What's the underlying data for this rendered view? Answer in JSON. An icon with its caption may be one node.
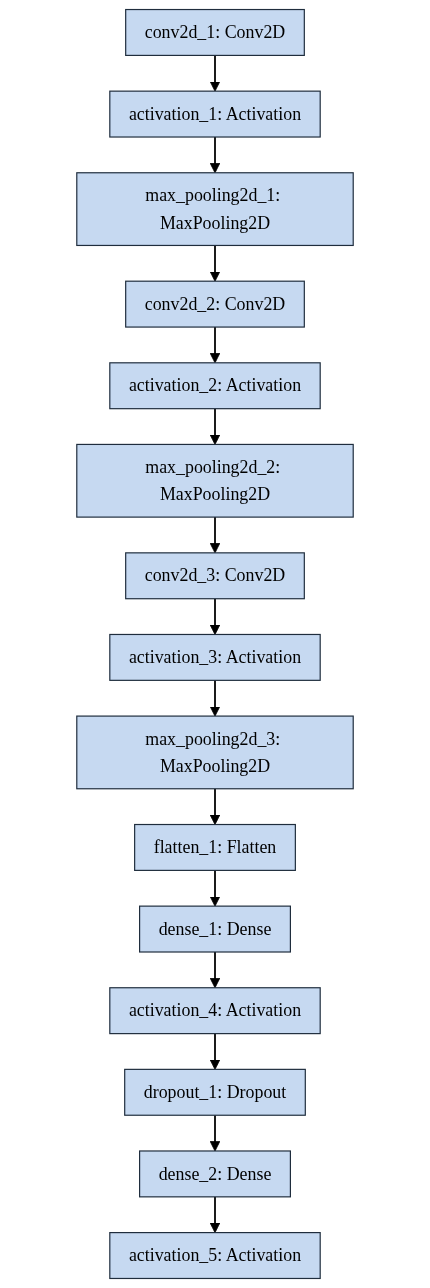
{
  "diagram": {
    "nodes": [
      {
        "text": [
          "conv2d_1: Conv2D"
        ]
      },
      {
        "text": [
          "activation_1: Activation"
        ]
      },
      {
        "text": [
          "max_pooling2d_1: MaxPooling2D"
        ]
      },
      {
        "text": [
          "conv2d_2: Conv2D"
        ]
      },
      {
        "text": [
          "activation_2: Activation"
        ]
      },
      {
        "text": [
          "max_pooling2d_2: MaxPooling2D"
        ]
      },
      {
        "text": [
          "conv2d_3: Conv2D"
        ]
      },
      {
        "text": [
          "activation_3: Activation"
        ]
      },
      {
        "text": [
          "max_pooling2d_3: MaxPooling2D"
        ]
      },
      {
        "text": [
          "flatten_1: Flatten"
        ]
      },
      {
        "text": [
          "dense_1: Dense"
        ]
      },
      {
        "text": [
          "activation_4: Activation"
        ]
      },
      {
        "text": [
          "dropout_1: Dropout"
        ]
      },
      {
        "text": [
          "dense_2: Dense"
        ]
      },
      {
        "text": [
          "activation_5: Activation"
        ]
      }
    ],
    "edges": [
      {
        "from": 0,
        "to": 1,
        "arrow": "to"
      },
      {
        "from": 1,
        "to": 2,
        "arrow": "to"
      },
      {
        "from": 2,
        "to": 3,
        "arrow": "to"
      },
      {
        "from": 3,
        "to": 4,
        "arrow": "to"
      },
      {
        "from": 4,
        "to": 5,
        "arrow": "to"
      },
      {
        "from": 5,
        "to": 6,
        "arrow": "to"
      },
      {
        "from": 6,
        "to": 7,
        "arrow": "to"
      },
      {
        "from": 7,
        "to": 8,
        "arrow": "to"
      },
      {
        "from": 8,
        "to": 9,
        "arrow": "to"
      },
      {
        "from": 9,
        "to": 10,
        "arrow": "to"
      },
      {
        "from": 10,
        "to": 11,
        "arrow": "to"
      },
      {
        "from": 11,
        "to": 12,
        "arrow": "to"
      },
      {
        "from": 12,
        "to": 13,
        "arrow": "to"
      },
      {
        "from": 13,
        "to": 14,
        "arrow": "to"
      }
    ]
  }
}
